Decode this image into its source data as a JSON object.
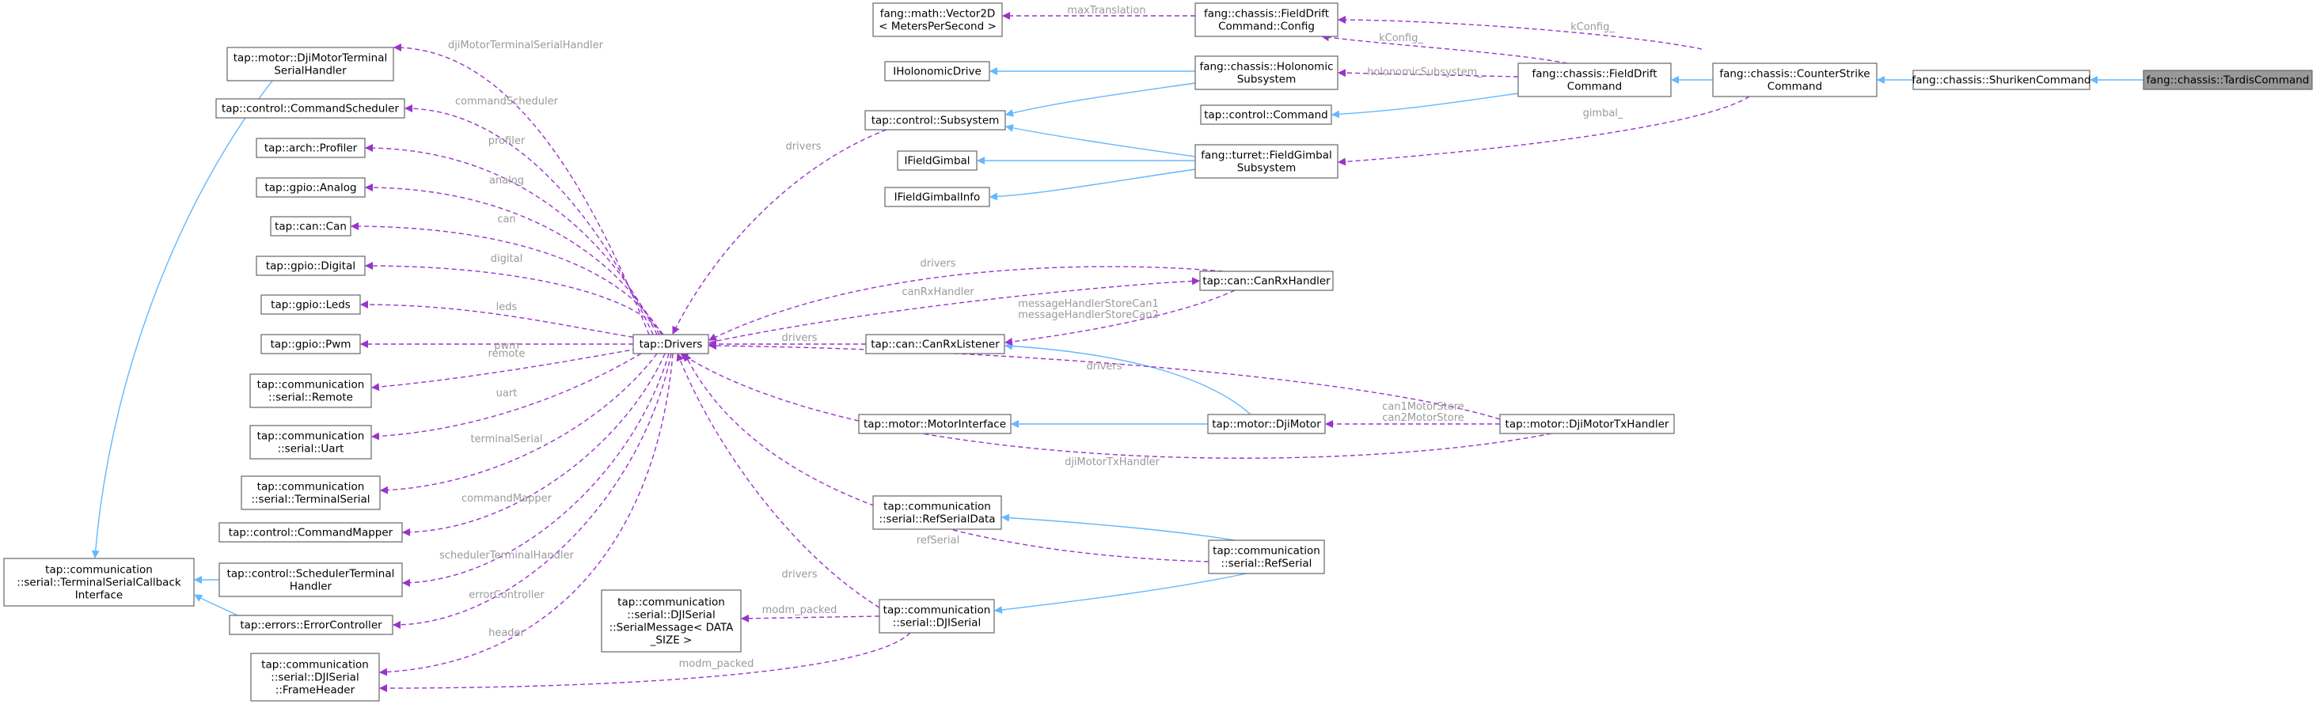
{
  "nodes": [
    {
      "id": "tardis",
      "lines": [
        "fang::chassis::TardisCommand"
      ],
      "highlight": true
    },
    {
      "id": "shuriken",
      "lines": [
        "fang::chassis::ShurikenCommand"
      ]
    },
    {
      "id": "counterstrike",
      "lines": [
        "fang::chassis::CounterStrike",
        "Command"
      ]
    },
    {
      "id": "fielddrift",
      "lines": [
        "fang::chassis::FieldDrift",
        "Command"
      ]
    },
    {
      "id": "fielddriftconfig",
      "lines": [
        "fang::chassis::FieldDrift",
        "Command::Config"
      ]
    },
    {
      "id": "vector2d",
      "lines": [
        "fang::math::Vector2D",
        "< MetersPerSecond >"
      ]
    },
    {
      "id": "holonomicsub",
      "lines": [
        "fang::chassis::Holonomic",
        "Subsystem"
      ]
    },
    {
      "id": "iholonomic",
      "lines": [
        "IHolonomicDrive"
      ]
    },
    {
      "id": "command",
      "lines": [
        "tap::control::Command"
      ]
    },
    {
      "id": "subsystem",
      "lines": [
        "tap::control::Subsystem"
      ]
    },
    {
      "id": "gimbalsub",
      "lines": [
        "fang::turret::FieldGimbal",
        "Subsystem"
      ]
    },
    {
      "id": "ifieldgimbal",
      "lines": [
        "IFieldGimbal"
      ]
    },
    {
      "id": "ifieldgimbalinfo",
      "lines": [
        "IFieldGimbalInfo"
      ]
    },
    {
      "id": "drivers",
      "lines": [
        "tap::Drivers"
      ]
    },
    {
      "id": "canrxhandler",
      "lines": [
        "tap::can::CanRxHandler"
      ]
    },
    {
      "id": "canrxlistener",
      "lines": [
        "tap::can::CanRxListener"
      ]
    },
    {
      "id": "motorinterface",
      "lines": [
        "tap::motor::MotorInterface"
      ]
    },
    {
      "id": "djimotor",
      "lines": [
        "tap::motor::DjiMotor"
      ]
    },
    {
      "id": "djimotortx",
      "lines": [
        "tap::motor::DjiMotorTxHandler"
      ]
    },
    {
      "id": "refserialdata",
      "lines": [
        "tap::communication",
        "::serial::RefSerialData"
      ]
    },
    {
      "id": "refserial",
      "lines": [
        "tap::communication",
        "::serial::RefSerial"
      ]
    },
    {
      "id": "djiserial",
      "lines": [
        "tap::communication",
        "::serial::DJISerial"
      ]
    },
    {
      "id": "serialmessage",
      "lines": [
        "tap::communication",
        "::serial::DJISerial",
        "::SerialMessage< DATA",
        "_SIZE >"
      ]
    },
    {
      "id": "frameheader",
      "lines": [
        "tap::communication",
        "::serial::DJISerial",
        "::FrameHeader"
      ]
    },
    {
      "id": "djimotorterminal",
      "lines": [
        "tap::motor::DjiMotorTerminal",
        "SerialHandler"
      ]
    },
    {
      "id": "cmdscheduler",
      "lines": [
        "tap::control::CommandScheduler"
      ]
    },
    {
      "id": "profiler",
      "lines": [
        "tap::arch::Profiler"
      ]
    },
    {
      "id": "analog",
      "lines": [
        "tap::gpio::Analog"
      ]
    },
    {
      "id": "can",
      "lines": [
        "tap::can::Can"
      ]
    },
    {
      "id": "digital",
      "lines": [
        "tap::gpio::Digital"
      ]
    },
    {
      "id": "leds",
      "lines": [
        "tap::gpio::Leds"
      ]
    },
    {
      "id": "pwm",
      "lines": [
        "tap::gpio::Pwm"
      ]
    },
    {
      "id": "remote",
      "lines": [
        "tap::communication",
        "::serial::Remote"
      ]
    },
    {
      "id": "uart",
      "lines": [
        "tap::communication",
        "::serial::Uart"
      ]
    },
    {
      "id": "terminalserial",
      "lines": [
        "tap::communication",
        "::serial::TerminalSerial"
      ]
    },
    {
      "id": "cmdmapper",
      "lines": [
        "tap::control::CommandMapper"
      ]
    },
    {
      "id": "schedterminal",
      "lines": [
        "tap::control::SchedulerTerminal",
        "Handler"
      ]
    },
    {
      "id": "errorcontroller",
      "lines": [
        "tap::errors::ErrorController"
      ]
    },
    {
      "id": "terminalcallback",
      "lines": [
        "tap::communication",
        "::serial::TerminalSerialCallback",
        "Interface"
      ]
    }
  ],
  "edge_labels": {
    "kconfig1": "kConfig_",
    "kconfig2": "kConfig_",
    "maxtranslation": "maxTranslation",
    "holonomicsubsystem": "holonomicSubsystem_",
    "gimbal": "gimbal_",
    "drivers_subsystem": "drivers",
    "djimotorterminal": "djiMotorTerminalSerialHandler",
    "commandscheduler": "commandScheduler",
    "profiler": "profiler",
    "analog": "analog",
    "can": "can",
    "digital": "digital",
    "leds": "leds",
    "pwm": "pwm",
    "remote": "remote",
    "uart": "uart",
    "terminalserial": "terminalSerial",
    "commandmapper": "commandMapper",
    "schedulerterminal": "schedulerTerminalHandler",
    "errorcontroller": "errorController",
    "header": "header",
    "modm_packed1": "modm_packed",
    "modm_packed2": "modm_packed",
    "drivers_canrx": "drivers",
    "canrxhandler": "canRxHandler",
    "msgstore1": "messageHandlerStoreCan1",
    "msgstore2": "messageHandlerStoreCan2",
    "drivers_listener": "drivers",
    "drivers_tx": "drivers",
    "can1motor": "can1MotorStore",
    "can2motor": "can2MotorStore",
    "djimotortx": "djiMotorTxHandler",
    "refserial": "refSerial",
    "drivers_djiserial": "drivers"
  }
}
